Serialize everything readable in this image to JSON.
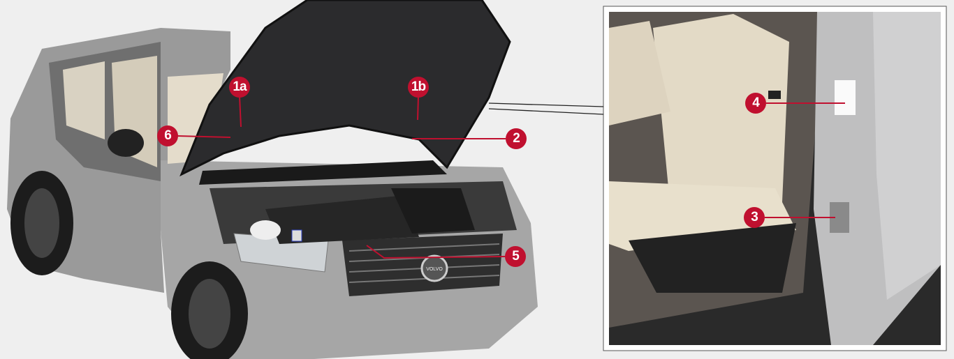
{
  "figure": {
    "logo_text": "VOLVO",
    "callout_color": "#c0102f",
    "background_color": "#efefef"
  },
  "callouts": [
    {
      "id": "1a",
      "label": "1a"
    },
    {
      "id": "1b",
      "label": "1b"
    },
    {
      "id": "2",
      "label": "2"
    },
    {
      "id": "3",
      "label": "3"
    },
    {
      "id": "4",
      "label": "4"
    },
    {
      "id": "5",
      "label": "5"
    },
    {
      "id": "6",
      "label": "6"
    }
  ]
}
